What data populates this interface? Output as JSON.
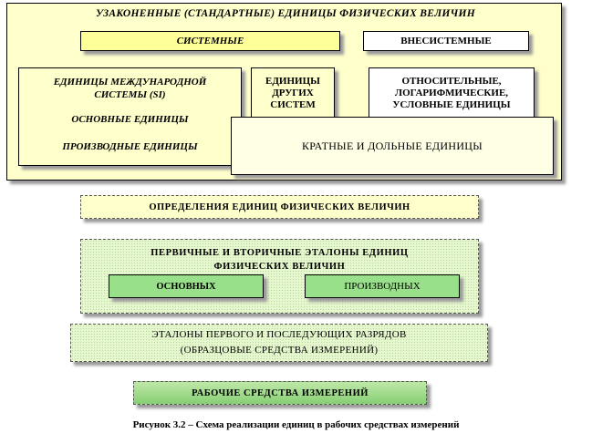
{
  "outer": {
    "title": "УЗАКОНЕННЫЕ (СТАНДАРТНЫЕ) ЕДИНИЦЫ ФИЗИЧЕСКИХ ВЕЛИЧИН"
  },
  "systemic": {
    "label": "СИСТЕМНЫЕ"
  },
  "nonsystemic": {
    "label": "ВНЕСИСТЕМНЫЕ"
  },
  "si": {
    "line1": "ЕДИНИЦЫ МЕЖДУНАРОДНОЙ",
    "line2": "СИСТЕМЫ (SI)",
    "basic": "ОСНОВНЫЕ ЕДИНИЦЫ",
    "derived": "ПРОИЗВОДНЫЕ ЕДИНИЦЫ"
  },
  "other_systems": {
    "line1": "ЕДИНИЦЫ",
    "line2": "ДРУГИХ",
    "line3": "СИСТЕМ"
  },
  "relative": {
    "line1": "ОТНОСИТЕЛЬНЫЕ,",
    "line2": "ЛОГАРИФМИЧЕСКИЕ,",
    "line3": "УСЛОВНЫЕ ЕДИНИЦЫ"
  },
  "multiple": {
    "label": "КРАТНЫЕ И ДОЛЬНЫЕ ЕДИНИЦЫ"
  },
  "definitions": {
    "label": "ОПРЕДЕЛЕНИЯ ЕДИНИЦ ФИЗИЧЕСКИХ ВЕЛИЧИН"
  },
  "etalons": {
    "line1": "ПЕРВИЧНЫЕ И ВТОРИЧНЫЕ ЭТАЛОНЫ ЕДИНИЦ",
    "line2": "ФИЗИЧЕСКИХ ВЕЛИЧИН",
    "basic": "ОСНОВНЫХ",
    "derived": "ПРОИЗВОДНЫХ"
  },
  "ranks": {
    "line1": "ЭТАЛОНЫ ПЕРВОГО И ПОСЛЕДУЮЩИХ РАЗРЯДОВ",
    "line2": "(ОБРАЗЦОВЫЕ СРЕДСТВА ИЗМЕРЕНИЙ)"
  },
  "working": {
    "label": "РАБОЧИЕ СРЕДСТВА ИЗМЕРЕНИЙ"
  },
  "caption": "Рисунок 3.2 – Схема реализации единиц в рабочих средствах измерений",
  "colors": {
    "light_yellow": "#ffffcc",
    "yellow": "#ffff99",
    "light_green": "#e7f7d0",
    "green": "#99e08a"
  }
}
